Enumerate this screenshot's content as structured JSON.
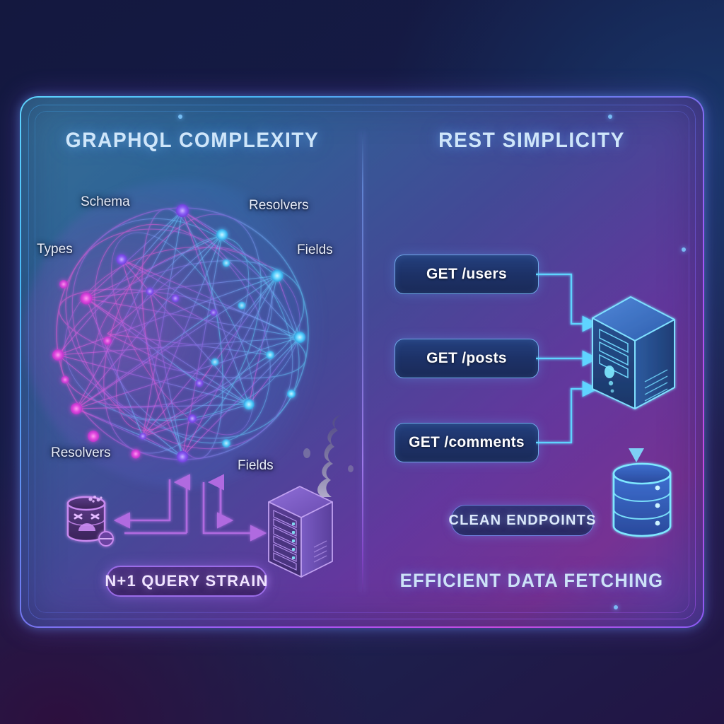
{
  "panels": {
    "left": {
      "title": "GRAPHQL COMPLEXITY",
      "network_labels": [
        {
          "key": "schema",
          "text": "Schema"
        },
        {
          "key": "resolvers1",
          "text": "Resolvers"
        },
        {
          "key": "types",
          "text": "Types"
        },
        {
          "key": "fields1",
          "text": "Fields"
        },
        {
          "key": "resolvers2",
          "text": "Resolvers"
        },
        {
          "key": "fields2",
          "text": "Fields"
        }
      ],
      "badge": "N+1 QUERY STRAIN",
      "icons": {
        "database": "sad-database-icon",
        "server": "smoking-server-rack-icon",
        "smoke": "smoke-plume-icon",
        "network": "tangled-node-network-icon"
      },
      "colors": {
        "accent_pink": "#e24ae0",
        "accent_purple": "#a855f7",
        "node_magenta": "#f05ad8",
        "node_violet": "#8b5cf6",
        "badge_border": "#9b6ce8"
      }
    },
    "right": {
      "title": "REST SIMPLICITY",
      "endpoints": [
        {
          "method": "GET",
          "path": "/users",
          "label": "GET /users"
        },
        {
          "method": "GET",
          "path": "/posts",
          "label": "GET /posts"
        },
        {
          "method": "GET",
          "path": "/comments",
          "label": "GET /comments"
        }
      ],
      "badge": "CLEAN ENDPOINTS",
      "caption": "EFFICIENT DATA FETCHING",
      "icons": {
        "server": "server-tower-icon",
        "database": "database-cylinder-icon",
        "arrow": "arrow-right-icon",
        "down_arrow": "arrow-down-icon"
      },
      "colors": {
        "accent_cyan": "#5fd4ff",
        "pill_border": "#6fa8e8",
        "pill_fill": "#24407e",
        "badge_border": "#6f7fdd"
      }
    }
  },
  "frame": {
    "border_gradient_start": "#5fd4ff",
    "border_gradient_end": "#c74ae0",
    "corner_dots": 4
  },
  "background": {
    "top_left": "#14183f",
    "bottom_left": "#2d0f3e",
    "right": "#18376b"
  }
}
